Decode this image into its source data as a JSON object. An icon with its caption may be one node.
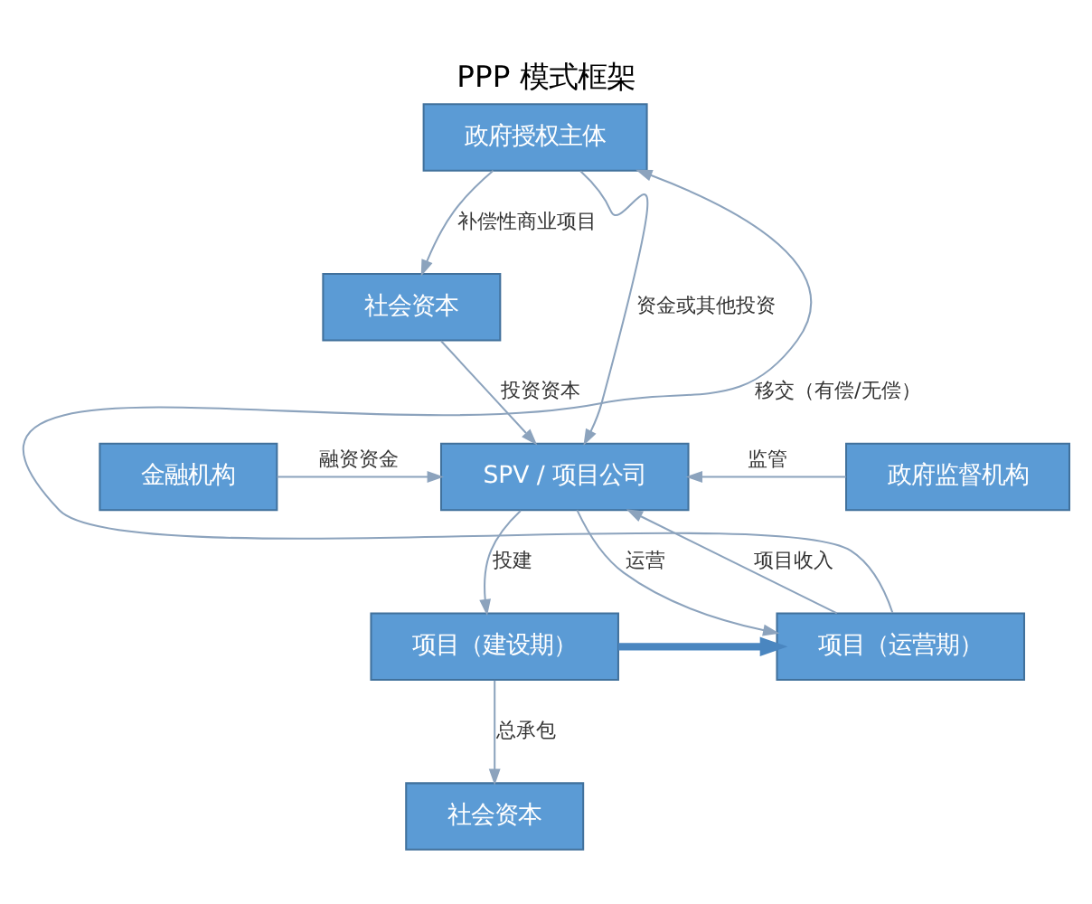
{
  "diagram": {
    "title": "PPP 模式框架",
    "nodes": [
      {
        "text": [
          "政府授权主体"
        ]
      },
      {
        "text": [
          "社会资本"
        ]
      },
      {
        "text": [
          "金融机构"
        ]
      },
      {
        "text": [
          "SPV / 项目公司"
        ]
      },
      {
        "text": [
          "政府监督机构"
        ]
      },
      {
        "text": [
          "项目（建设期）"
        ]
      },
      {
        "text": [
          "项目（运营期）"
        ]
      },
      {
        "text": [
          "社会资本"
        ]
      }
    ],
    "edges": [
      {
        "from": 0,
        "to": 1,
        "arrow": "to",
        "label": "补偿性商业项目"
      },
      {
        "from": 0,
        "to": 3,
        "arrow": "to",
        "label": "资金或其他投资"
      },
      {
        "from": 1,
        "to": 3,
        "arrow": "to",
        "label": "投资资本"
      },
      {
        "from": 2,
        "to": 3,
        "arrow": "to",
        "label": "融资资金"
      },
      {
        "from": 4,
        "to": 3,
        "arrow": "to",
        "label": "监管"
      },
      {
        "from": 3,
        "to": 5,
        "arrow": "to",
        "label": "投建"
      },
      {
        "from": 3,
        "to": 6,
        "arrow": "to",
        "label": "运营"
      },
      {
        "from": 6,
        "to": 3,
        "arrow": "to",
        "label": "项目收入"
      },
      {
        "from": 5,
        "to": 6,
        "arrow": "to",
        "style": "thick",
        "color": "#4a86c0"
      },
      {
        "from": 5,
        "to": 7,
        "arrow": "to",
        "label": "总承包"
      },
      {
        "from": 6,
        "to": 0,
        "arrow": "to",
        "label": "移交（有偿/无偿）"
      }
    ]
  }
}
